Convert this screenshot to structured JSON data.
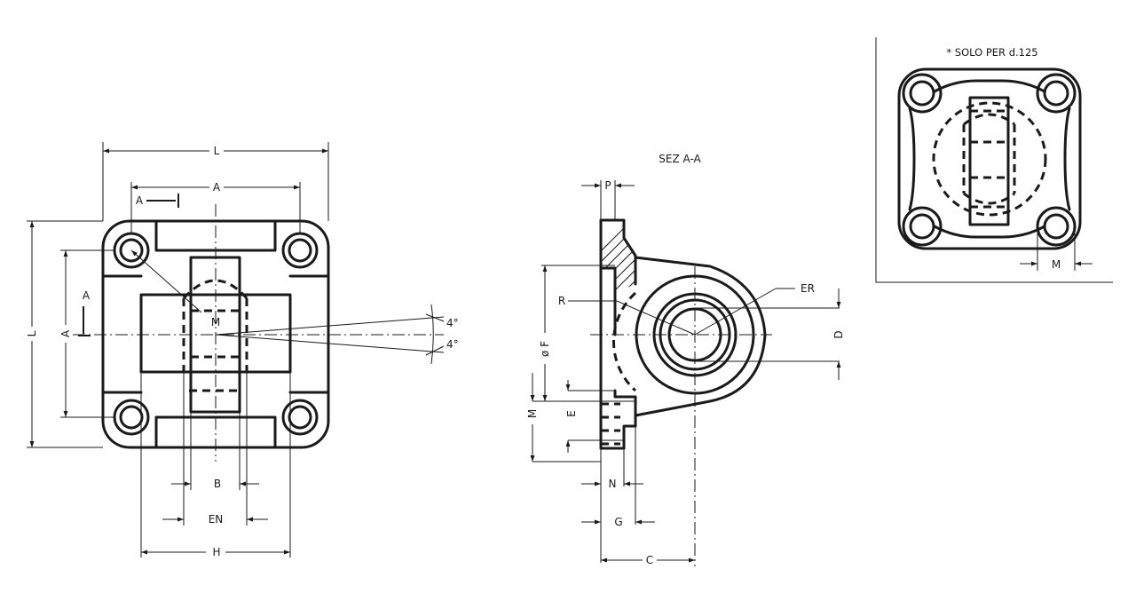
{
  "section_title": "SEZ A-A",
  "detail_note": "* SOLO PER d.125",
  "front_view": {
    "dims": {
      "L_top": "L",
      "A_top": "A",
      "L_left": "L",
      "A_left": "A",
      "B": "B",
      "EN": "EN",
      "H": "H",
      "M": "M",
      "angle_upper": "4°",
      "angle_lower": "4°"
    },
    "section_marks": {
      "top": "A",
      "left": "A"
    }
  },
  "section_view": {
    "dims": {
      "P": "P",
      "R": "R",
      "ER": "ER",
      "F": "ø F",
      "D": "D",
      "M": "M",
      "E": "E",
      "N": "N",
      "G": "G",
      "C": "C"
    }
  },
  "detail_view": {
    "dims": {
      "M": "M"
    }
  }
}
